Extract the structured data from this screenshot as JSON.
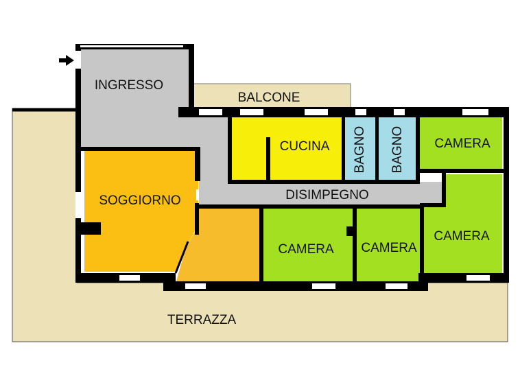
{
  "floorplan": {
    "entrance_arrow": "arrow-right-icon",
    "rooms": {
      "ingresso": {
        "label": "INGRESSO",
        "color": "#c7c7c7"
      },
      "balcone": {
        "label": "BALCONE",
        "color": "#ede1b8"
      },
      "cucina": {
        "label": "CUCINA",
        "color": "#f7ee0a"
      },
      "bagno_1": {
        "label": "BAGNO",
        "color": "#a6dbe8"
      },
      "bagno_2": {
        "label": "BAGNO",
        "color": "#a6dbe8"
      },
      "camera_1": {
        "label": "CAMERA",
        "color": "#a4e022"
      },
      "soggiorno": {
        "label": "SOGGIORNO",
        "color": "#fbbf14"
      },
      "disimpegno": {
        "label": "DISIMPEGNO",
        "color": "#c7c7c7"
      },
      "camera_2": {
        "label": "CAMERA",
        "color": "#a4e022"
      },
      "camera_3": {
        "label": "CAMERA",
        "color": "#a4e022"
      },
      "camera_4": {
        "label": "CAMERA",
        "color": "#a4e022"
      },
      "terrazza": {
        "label": "TERRAZZA",
        "color": "#ede1b8"
      }
    },
    "colors": {
      "wall": "#000000",
      "window": "#ffffff",
      "annex_room": "#f7bc2c"
    }
  }
}
